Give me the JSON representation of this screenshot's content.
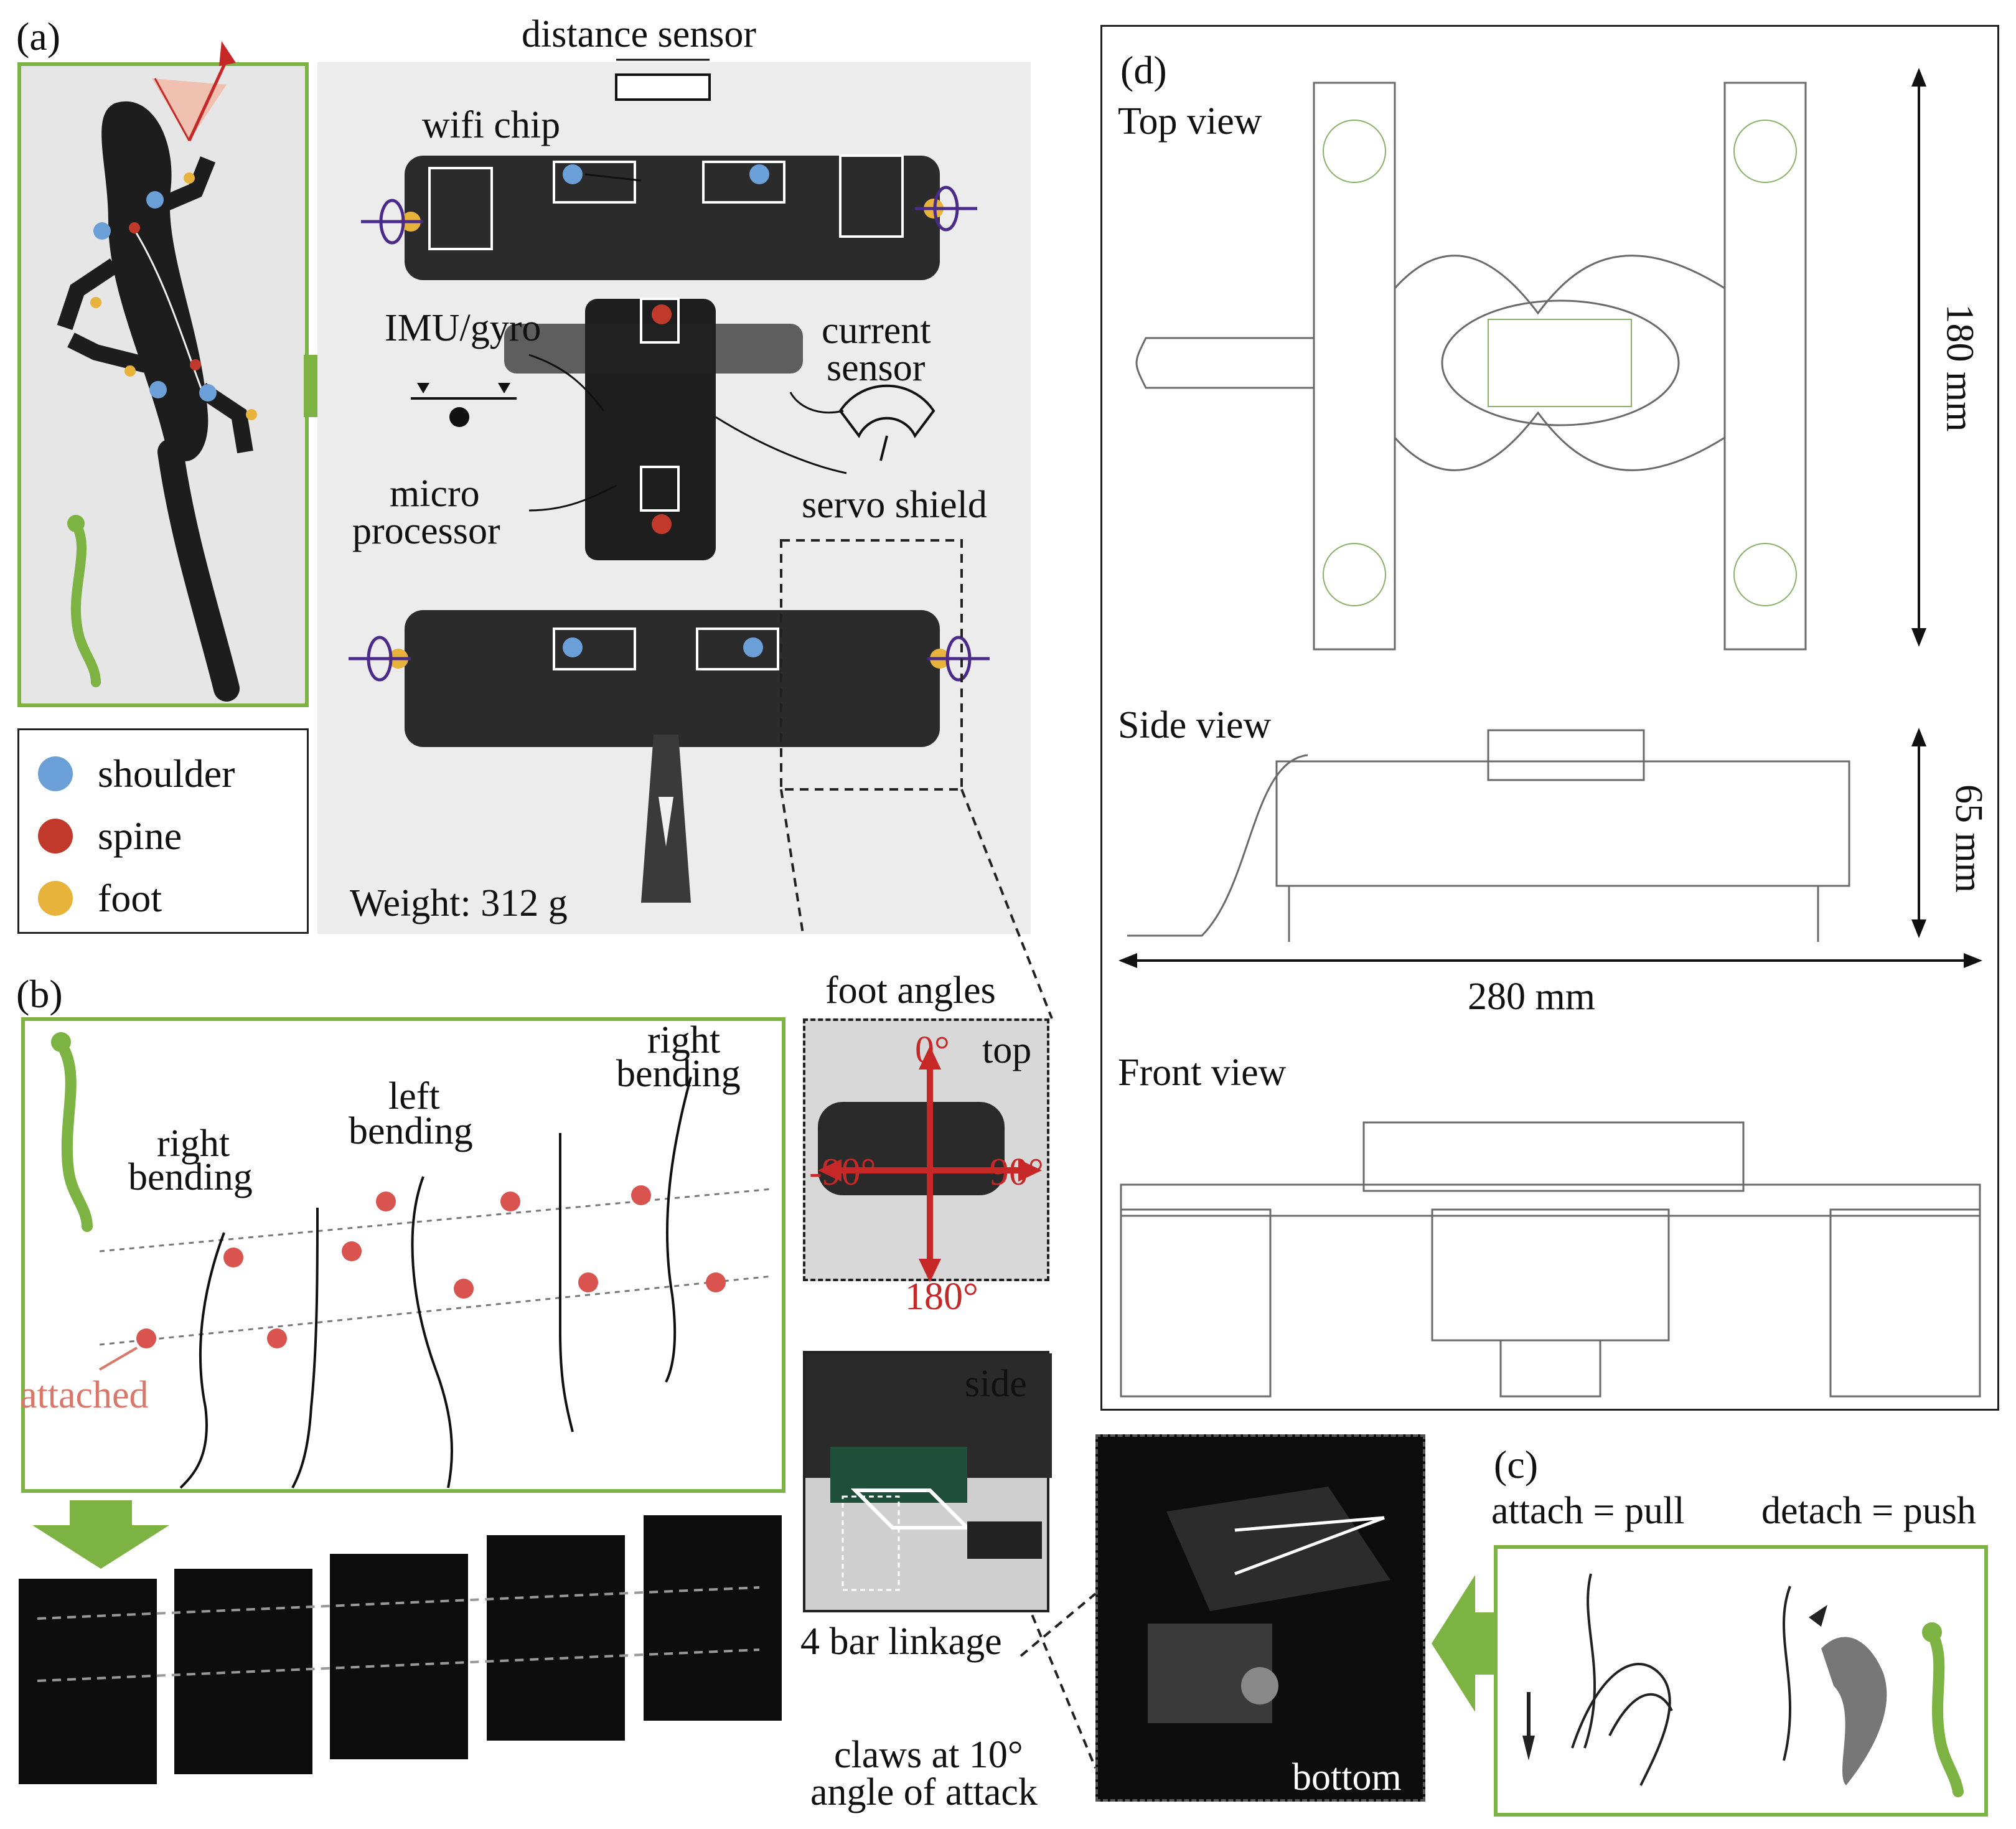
{
  "panels": {
    "a": {
      "letter": "(a)",
      "labels": {
        "distance_sensor": "distance sensor",
        "wifi_chip": "wifi chip",
        "imu": "IMU/gyro",
        "current_sensor_1": "current",
        "current_sensor_2": "sensor",
        "micro_1": "micro",
        "micro_2": "processor",
        "servo_shield": "servo shield",
        "weight": "Weight: 312 g"
      },
      "legend": [
        {
          "label": "shoulder",
          "color": "#6a9fd8"
        },
        {
          "label": "spine",
          "color": "#c0392b"
        },
        {
          "label": "foot",
          "color": "#e8b33a"
        }
      ]
    },
    "b": {
      "letter": "(b)",
      "labels": {
        "right_bending_1a": "right",
        "right_bending_1b": "bending",
        "left_bending_a": "left",
        "left_bending_b": "bending",
        "right_bending_2a": "right",
        "right_bending_2b": "bending",
        "attached": "attached"
      },
      "foot_angles": {
        "title": "foot angles",
        "top": "top",
        "deg0": "0°",
        "deg90": "90°",
        "degm90": "-90°",
        "deg180": "180°"
      },
      "side": {
        "label": "side",
        "caption": "4 bar linkage"
      },
      "bottom": {
        "label": "bottom",
        "caption_1": "claws at 10°",
        "caption_2": "angle of attack"
      }
    },
    "c": {
      "letter": "(c)",
      "attach": "attach = pull",
      "detach": "detach = push"
    },
    "d": {
      "letter": "(d)",
      "top_view": "Top view",
      "side_view": "Side view",
      "front_view": "Front view",
      "dim_180": "180 mm",
      "dim_65": "65 mm",
      "dim_280": "280 mm"
    }
  },
  "colors": {
    "green": "#7cb342",
    "shoulder": "#6a9fd8",
    "spine": "#c0392b",
    "foot": "#e8b33a",
    "accent_red": "#c62828",
    "purple": "#4a2a8a",
    "orange": "#e67e22"
  }
}
